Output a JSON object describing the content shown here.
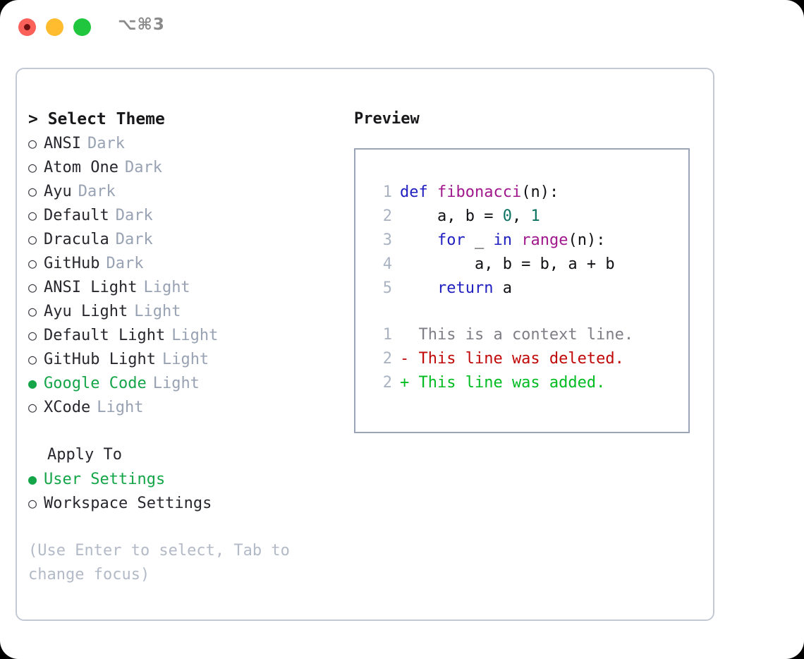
{
  "titlebar": {
    "shortcut": "⌥⌘3",
    "lights": [
      {
        "name": "close",
        "color": "#fb6158"
      },
      {
        "name": "minimize",
        "color": "#febc2e"
      },
      {
        "name": "maximize",
        "color": "#21c63f"
      }
    ]
  },
  "theme_picker": {
    "header": "> Select Theme",
    "selected_bullet": "●",
    "unselected_bullet": "○",
    "accent": "#13a548",
    "items": [
      {
        "name": "ANSI",
        "kind": "Dark",
        "selected": false
      },
      {
        "name": "Atom One",
        "kind": "Dark",
        "selected": false
      },
      {
        "name": "Ayu",
        "kind": "Dark",
        "selected": false
      },
      {
        "name": "Default",
        "kind": "Dark",
        "selected": false
      },
      {
        "name": "Dracula",
        "kind": "Dark",
        "selected": false
      },
      {
        "name": "GitHub",
        "kind": "Dark",
        "selected": false
      },
      {
        "name": "ANSI Light",
        "kind": "Light",
        "selected": false
      },
      {
        "name": "Ayu Light",
        "kind": "Light",
        "selected": false
      },
      {
        "name": "Default Light",
        "kind": "Light",
        "selected": false
      },
      {
        "name": "GitHub Light",
        "kind": "Light",
        "selected": false
      },
      {
        "name": "Google Code",
        "kind": "Light",
        "selected": true
      },
      {
        "name": "XCode",
        "kind": "Light",
        "selected": false
      }
    ]
  },
  "apply_to": {
    "header": "Apply To",
    "items": [
      {
        "name": "User Settings",
        "selected": true
      },
      {
        "name": "Workspace Settings",
        "selected": false
      }
    ]
  },
  "hint": "(Use Enter to select, Tab to change focus)",
  "preview": {
    "title": "Preview",
    "code_lines": [
      {
        "no": "1",
        "tokens": [
          {
            "t": "def ",
            "c": "tok-kw"
          },
          {
            "t": "fibonacci",
            "c": "tok-fn"
          },
          {
            "t": "(n):",
            "c": "tok-pl"
          }
        ]
      },
      {
        "no": "2",
        "tokens": [
          {
            "t": "    a, b = ",
            "c": "tok-pl"
          },
          {
            "t": "0",
            "c": "tok-num"
          },
          {
            "t": ", ",
            "c": "tok-pl"
          },
          {
            "t": "1",
            "c": "tok-num"
          }
        ]
      },
      {
        "no": "3",
        "tokens": [
          {
            "t": "    for ",
            "c": "tok-kw"
          },
          {
            "t": "_ ",
            "c": "tok-pl"
          },
          {
            "t": "in ",
            "c": "tok-kw"
          },
          {
            "t": "range",
            "c": "tok-fn"
          },
          {
            "t": "(n):",
            "c": "tok-pl"
          }
        ]
      },
      {
        "no": "4",
        "tokens": [
          {
            "t": "        a, b = b, a + b",
            "c": "tok-pl"
          }
        ]
      },
      {
        "no": "5",
        "tokens": [
          {
            "t": "    return ",
            "c": "tok-kw"
          },
          {
            "t": "a",
            "c": "tok-pl"
          }
        ]
      }
    ],
    "diff_lines": [
      {
        "no": "1",
        "text": "  This is a context line.",
        "c": "diff-ctx"
      },
      {
        "no": "2",
        "text": "- This line was deleted.",
        "c": "diff-del"
      },
      {
        "no": "2",
        "text": "+ This line was added.",
        "c": "diff-add"
      }
    ]
  }
}
